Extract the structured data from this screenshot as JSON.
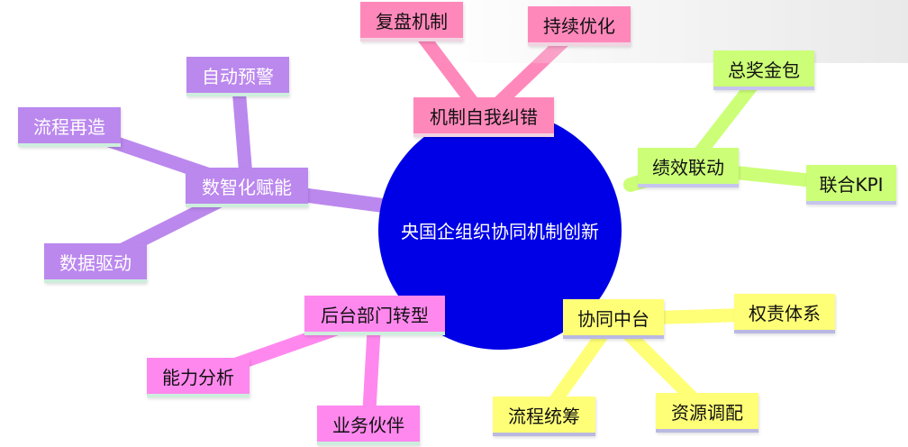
{
  "center": {
    "label": "央国企组织协同机制创新",
    "color": "#0000e6"
  },
  "branches": [
    {
      "id": "top",
      "label": "机制自我纠错",
      "color": "#ff88bb",
      "underline": "#f2d3e2",
      "text_color": "#111111",
      "children": [
        {
          "label": "复盘机制"
        },
        {
          "label": "持续优化"
        }
      ]
    },
    {
      "id": "right-top",
      "label": "绩效联动",
      "color": "#ccff77",
      "underline": "#c5c5ee",
      "text_color": "#111111",
      "children": [
        {
          "label": "总奖金包"
        },
        {
          "label": "联合KPI"
        }
      ]
    },
    {
      "id": "right-bottom",
      "label": "协同中台",
      "color": "#ffff77",
      "underline": "#b9b9e2",
      "text_color": "#111111",
      "children": [
        {
          "label": "权责体系"
        },
        {
          "label": "资源调配"
        },
        {
          "label": "流程统筹"
        }
      ]
    },
    {
      "id": "bottom-left",
      "label": "后台部门转型",
      "color": "#ff88ee",
      "underline": "#cdeedd",
      "text_color": "#111111",
      "children": [
        {
          "label": "能力分析"
        },
        {
          "label": "业务伙伴"
        }
      ]
    },
    {
      "id": "left",
      "label": "数智化赋能",
      "color": "#bb88ee",
      "underline": "#cdeedd",
      "text_color": "#ffffff",
      "children": [
        {
          "label": "自动预警"
        },
        {
          "label": "流程再造"
        },
        {
          "label": "数据驱动"
        }
      ]
    }
  ]
}
